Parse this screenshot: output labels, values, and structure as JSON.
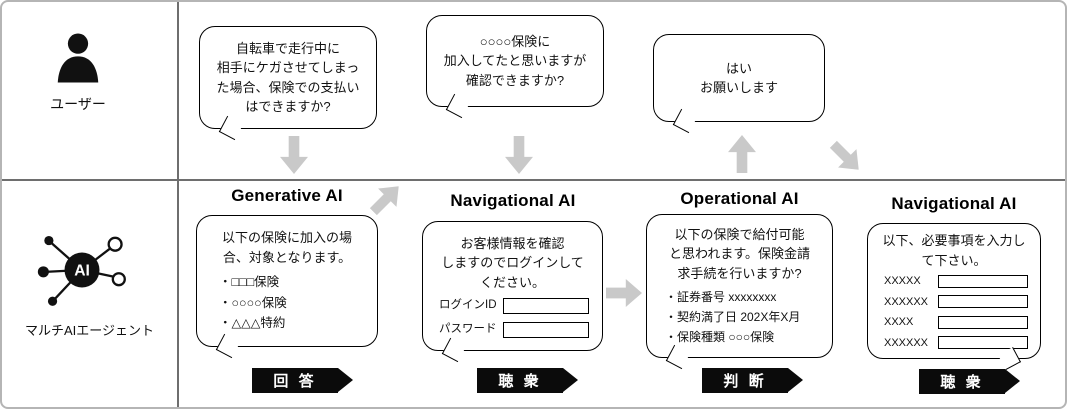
{
  "colors": {
    "banner_bg": "#0b0b0b",
    "banner_text": "#ffffff",
    "arrow_gray": "#c9c9c9",
    "bubble_border": "#000000",
    "frame_border": "#b5b5b5"
  },
  "lanes": {
    "user": {
      "label": "ユーザー",
      "icon": "person-silhouette-icon"
    },
    "agent": {
      "label": "マルチAIエージェント",
      "icon": "ai-network-icon",
      "hub_text": "AI"
    }
  },
  "user_bubbles": [
    {
      "text": "自転車で走行中に\n相手にケガさせてしまっ\nた場合、保険での支払い\nはできますか?"
    },
    {
      "text": "○○○○保険に\n加入してたと思いますが\n確認できますか?"
    },
    {
      "text": "はい\nお願いします"
    }
  ],
  "agents": [
    {
      "heading": "Generative AI",
      "intro": "以下の保険に加入の場\n合、対象となります。",
      "items": [
        "・□□□保険",
        "・○○○○保険",
        "・△△△特約"
      ],
      "banner": "回 答"
    },
    {
      "heading": "Navigational AI",
      "intro": "お客様情報を確認\nしますのでログインして\nください。",
      "fields": [
        {
          "label": "ログインID",
          "value": ""
        },
        {
          "label": "パスワード",
          "value": ""
        }
      ],
      "banner": "聴 衆"
    },
    {
      "heading": "Operational AI",
      "intro": "以下の保険で給付可能\nと思われます。保険金請\n求手続を行いますか?",
      "items": [
        "・証券番号 xxxxxxxx",
        "・契約満了日 202X年X月",
        "・保険種類 ○○○保険"
      ],
      "banner": "判 断"
    },
    {
      "heading": "Navigational AI",
      "intro": "以下、必要事項を入力し\nて下さい。",
      "fields": [
        {
          "label": "XXXXX",
          "value": ""
        },
        {
          "label": "XXXXXX",
          "value": ""
        },
        {
          "label": "XXXX",
          "value": ""
        },
        {
          "label": "XXXXXX",
          "value": ""
        }
      ],
      "banner": "聴 衆"
    }
  ]
}
